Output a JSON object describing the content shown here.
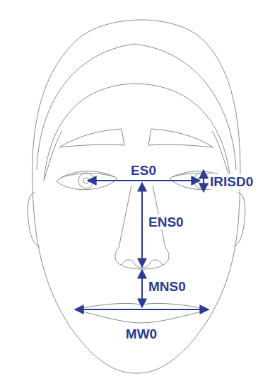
{
  "diagram": {
    "labels": [
      "ES0",
      "IRISD0",
      "ENS0",
      "MNS0",
      "MW0"
    ]
  }
}
